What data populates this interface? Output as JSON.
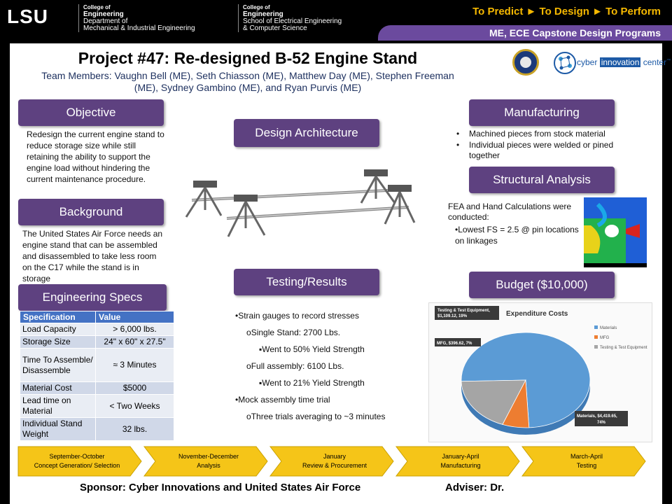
{
  "header": {
    "logo": "LSU",
    "college1": {
      "college": "College of",
      "school": "Engineering",
      "dept_line1": "Department of",
      "dept_line2": "Mechanical & Industrial Engineering"
    },
    "college2": {
      "college": "College of",
      "school": "Engineering",
      "dept_line1": "School of Electrical Engineering",
      "dept_line2": "& Computer Science"
    },
    "tagline": "To Predict ► To Design ► To Perform",
    "programs": "ME, ECE Capstone Design Programs"
  },
  "project": {
    "title": "Project #47: Re-designed B-52 Engine Stand",
    "team": "Team Members: Vaughn Bell (ME), Seth Chiasson (ME), Matthew Day (ME), Stephen Freeman (ME), Sydney Gambino (ME), and Ryan Purvis (ME)"
  },
  "logos": {
    "cic_part1": "cyber ",
    "cic_part2": "innovation",
    "cic_part3": " center",
    "cic_tm": "™"
  },
  "objective": {
    "heading": "Objective",
    "text": "Redesign the current engine stand to reduce storage size while still retaining the ability to support the engine load without hindering the current maintenance procedure."
  },
  "background": {
    "heading": "Background",
    "text": "The United States Air Force needs an engine stand that can be assembled and disassembled to take less room on the C17 while the stand is in storage"
  },
  "specs": {
    "heading": "Engineering Specs",
    "col_spec": "Specification",
    "col_value": "Value",
    "rows": [
      {
        "spec": "Load Capacity",
        "value": "> 6,000 lbs."
      },
      {
        "spec": "Storage Size",
        "value": "24\" x 60\" x 27.5\""
      },
      {
        "spec": "Time To Assemble/Disassemble",
        "value": "≈ 3 Minutes"
      },
      {
        "spec": "Material Cost",
        "value": "$5000"
      },
      {
        "spec": "Lead time on Material",
        "value": "< Two Weeks"
      },
      {
        "spec": "Individual Stand Weight",
        "value": "32 lbs."
      }
    ]
  },
  "design": {
    "heading": "Design Architecture"
  },
  "testing": {
    "heading": "Testing/Results",
    "items": [
      {
        "level": 1,
        "bullet": "•",
        "text": "Strain gauges to record stresses"
      },
      {
        "level": 2,
        "bullet": "o",
        "text": "Single Stand: 2700 Lbs."
      },
      {
        "level": 3,
        "bullet": "▪",
        "text": "Went to 50% Yield Strength"
      },
      {
        "level": 2,
        "bullet": "o",
        "text": "Full assembly: 6100 Lbs."
      },
      {
        "level": 3,
        "bullet": "▪",
        "text": "Went to 21% Yield Strength"
      },
      {
        "level": 1,
        "bullet": "•",
        "text": "Mock assembly time trial"
      },
      {
        "level": 2,
        "bullet": "o",
        "text": "Three trials averaging to ~3 minutes"
      }
    ]
  },
  "manufacturing": {
    "heading": "Manufacturing",
    "items": [
      "Machined pieces from stock material",
      "Individual pieces were welded or pined together"
    ]
  },
  "structural": {
    "heading": "Structural Analysis",
    "line1": "FEA and Hand Calculations were conducted:",
    "line2": "•Lowest FS = 2.5 @ pin locations on linkages"
  },
  "budget": {
    "heading": "Budget ($10,000)"
  },
  "chart_data": {
    "type": "pie",
    "title": "Expenditure Costs",
    "categories": [
      "Materials",
      "MFG",
      "Testing & Test Equipment"
    ],
    "values": [
      4419.65,
      396.62,
      1109.12
    ],
    "percents": [
      74,
      7,
      19
    ],
    "callouts": [
      "Materials, $4,419.65, 74%",
      "MFG, $396.62, 7%",
      "Testing & Test Equipment, $1,109.12, 19%"
    ],
    "colors": [
      "#5b9bd5",
      "#ed7d31",
      "#a5a5a5"
    ],
    "legend_position": "right"
  },
  "timeline": [
    {
      "period": "September-October",
      "task": "Concept Generation/ Selection"
    },
    {
      "period": "November-December",
      "task": "Analysis"
    },
    {
      "period": "January",
      "task": "Review & Procurement"
    },
    {
      "period": "January-April",
      "task": "Manufacturing"
    },
    {
      "period": "March-April",
      "task": "Testing"
    }
  ],
  "footer": {
    "sponsor": "Sponsor: Cyber Innovations and United States Air Force",
    "adviser": "Adviser: Dr."
  }
}
